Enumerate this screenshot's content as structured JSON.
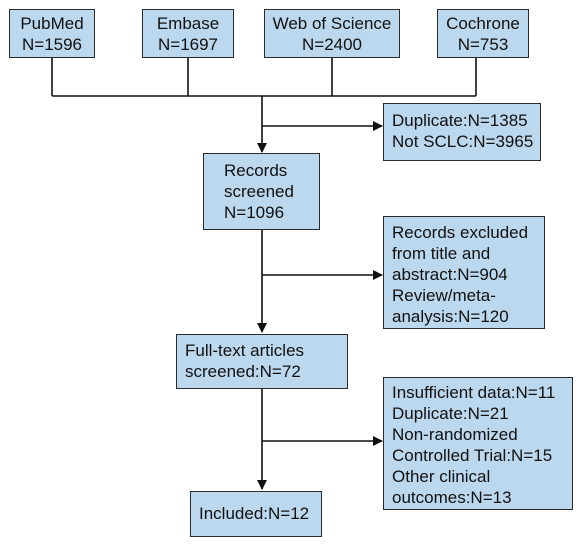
{
  "sources": [
    {
      "name": "PubMed",
      "count": "N=1596"
    },
    {
      "name": "Embase",
      "count": "N=1697"
    },
    {
      "name": "Web of Science",
      "count": "N=2400"
    },
    {
      "name": "Cochrone",
      "count": "N=753"
    }
  ],
  "exclusion_1": [
    "Duplicate:N=1385",
    "Not SCLC:N=3965"
  ],
  "records_screened": [
    "Records",
    "screened",
    "N=1096"
  ],
  "exclusion_2": [
    "Records excluded",
    "from title and",
    "abstract:N=904",
    "Review/meta-",
    "analysis:N=120"
  ],
  "fulltext": [
    "Full-text articles",
    "screened:N=72"
  ],
  "exclusion_3": [
    "Insufficient data:N=11",
    "Duplicate:N=21",
    "Non-randomized",
    "Controlled Trial:N=15",
    "Other clinical",
    "outcomes:N=13"
  ],
  "included": "Included:N=12",
  "colors": {
    "box_fill": "#bcd8ee",
    "border": "#2b2b2b"
  }
}
